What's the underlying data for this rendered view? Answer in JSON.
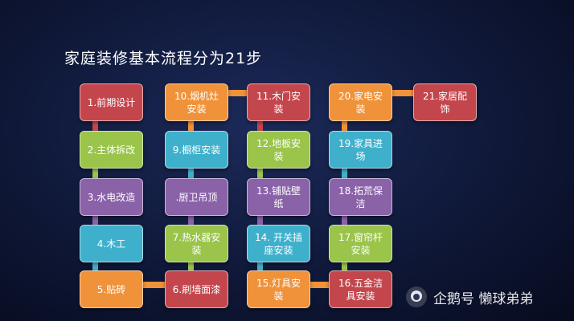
{
  "title": "家庭装修基本流程分为21步",
  "steps": {
    "s1": "1.前期设计",
    "s2": "2.主体拆改",
    "s3": "3.水电改造",
    "s4": "4.木工",
    "s5": "5.贴砖",
    "s6": "6.刷墙面漆",
    "s7": "7.热水器安装",
    "s8": ".厨卫吊顶",
    "s9": "9.橱柜安装",
    "s10": "10.烟机灶安装",
    "s11": "11.木门安装",
    "s12": "12.地板安装",
    "s13": "13.铺贴壁纸",
    "s14": "14. 开关插座安装",
    "s15": "15.灯具安装",
    "s16": "16.五金洁具安装",
    "s17": "17.窗帘杆安装",
    "s18": "18.拓荒保洁",
    "s19": "19.家具进场",
    "s20": "20.家电安装",
    "s21": "21.家居配饰"
  },
  "colors": {
    "red": "#c4464d",
    "orange": "#f0923a",
    "green": "#9ac44a",
    "blue": "#3fb0cc",
    "purple": "#8a62a8"
  },
  "watermark": {
    "logo_icon": "penguin-logo-icon",
    "text": "企鹅号 懒球弟弟"
  }
}
